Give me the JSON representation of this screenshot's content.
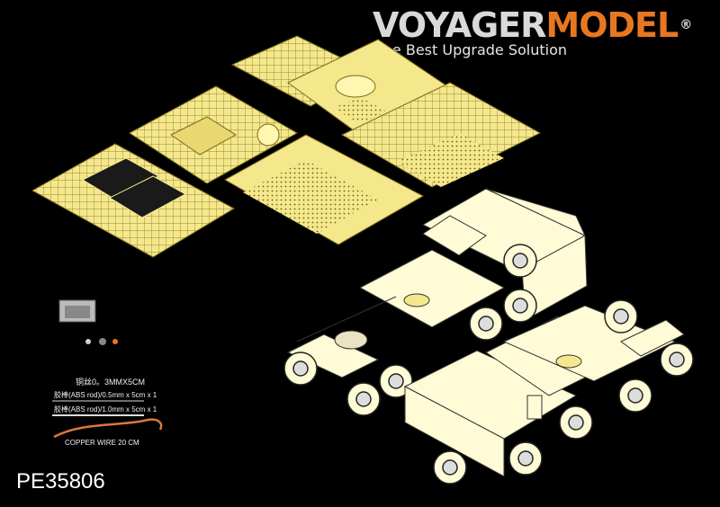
{
  "brand": {
    "name_part1": "VOYAGER",
    "name_part2": "MODEL",
    "reg": "®",
    "tagline": "The Best Upgrade Solution"
  },
  "product_code": "PE35806",
  "accessories": {
    "brass_label": "铜丝0。3MMX5CM",
    "rod1_label": "胶棒(ABS rod)/0.5mm x 5cm x 1",
    "rod2_label": "胶棒(ABS rod)/1.0mm x 5cm x 1",
    "copper_label": "COPPER WIRE  20 CM"
  },
  "colors": {
    "background": "#000000",
    "brass": "#f5e78c",
    "brass_line": "#7a6b1a",
    "truck_fill": "#fffbd6",
    "truck_line": "#333333",
    "accent": "#e87722",
    "copper": "#d9793a"
  }
}
